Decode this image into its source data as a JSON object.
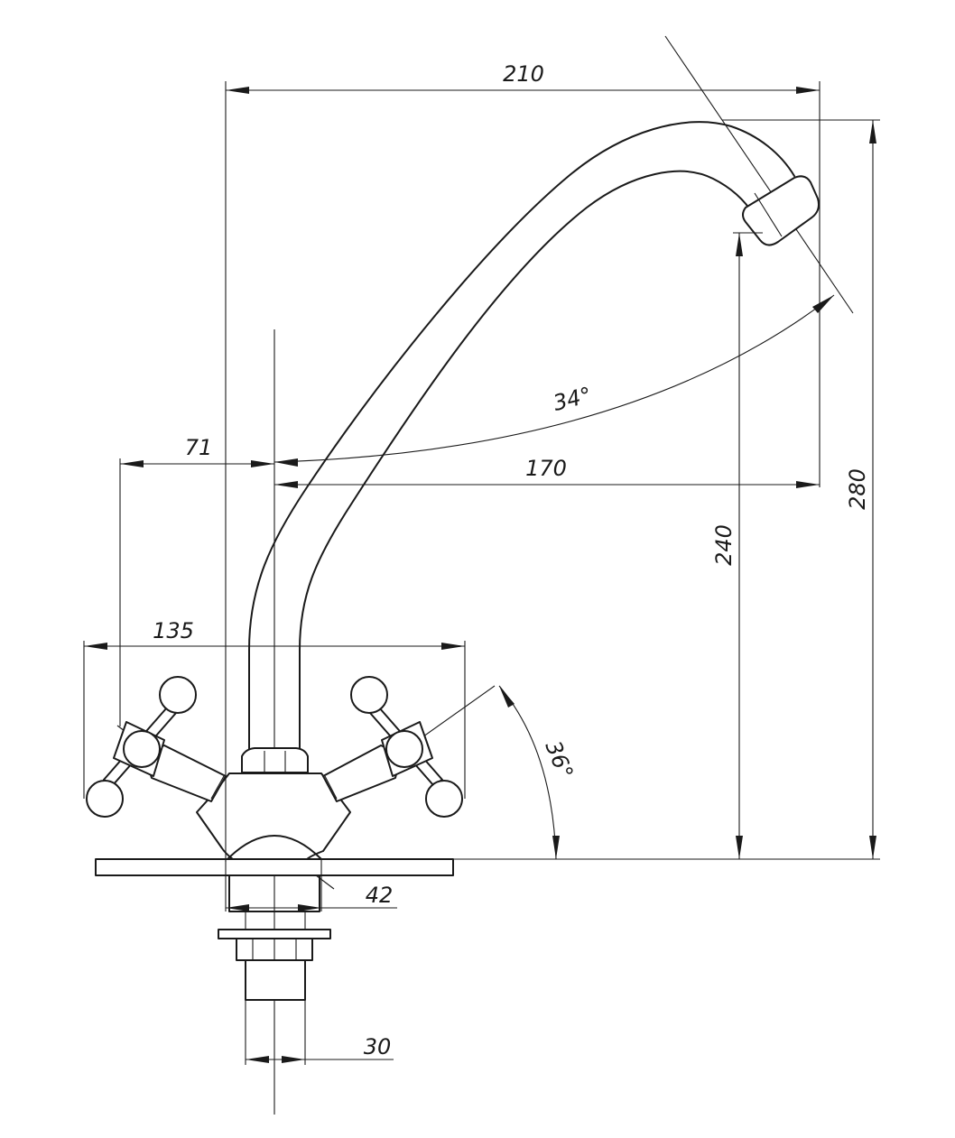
{
  "drawing": {
    "dimensions": {
      "total_reach": "210",
      "spout_reach": "170",
      "handle_offset": "71",
      "handles_span": "135",
      "total_height": "280",
      "outlet_height": "240",
      "body_diameter": "42",
      "shank_diameter": "30",
      "spout_angle": "34°",
      "handle_angle": "36°"
    }
  }
}
